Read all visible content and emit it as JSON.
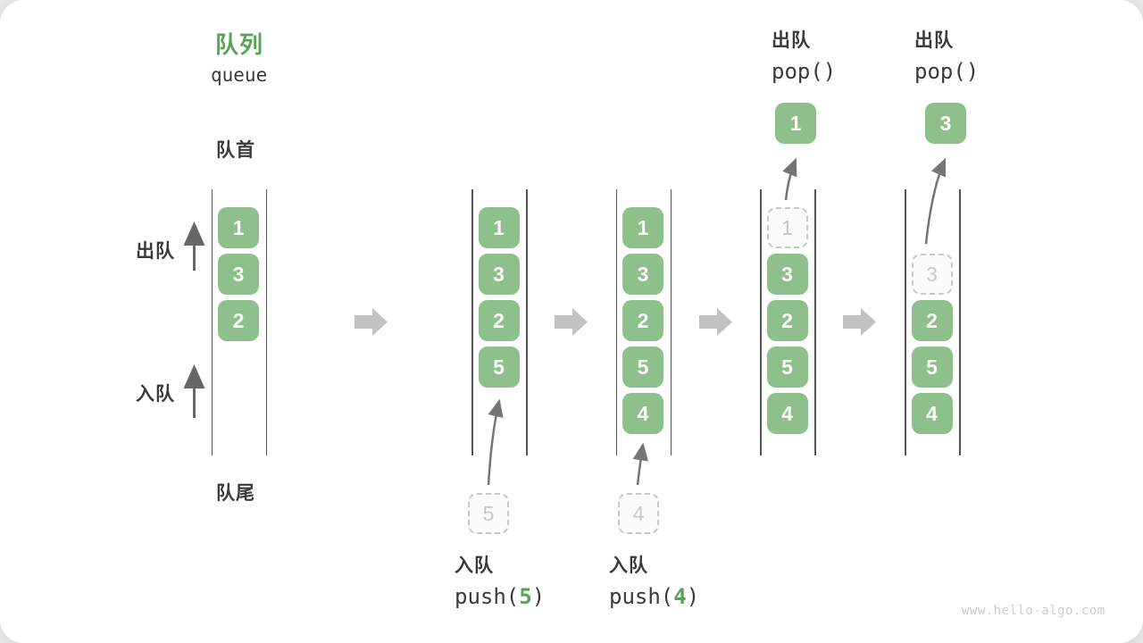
{
  "title": {
    "zh": "队列",
    "en": "queue"
  },
  "side_labels": {
    "front": "队首",
    "rear": "队尾",
    "dequeue": "出队",
    "enqueue": "入队"
  },
  "watermark": "www.hello-algo.com",
  "colors": {
    "accent_green": "#56A456",
    "box_green": "#8EC08B",
    "box_text": "#FAFAF8",
    "text_dark": "#3A3A3A",
    "block_arrow": "#C2C2C2",
    "thin_arrow": "#757575",
    "ghost": "#C8C8C8",
    "wall": "#555555",
    "watermark": "#CDCDCD"
  },
  "diagram": {
    "states": [
      {
        "name": "initial",
        "items": [
          {
            "value": "1",
            "slot": 0
          },
          {
            "value": "3",
            "slot": 1
          },
          {
            "value": "2",
            "slot": 2
          }
        ]
      },
      {
        "name": "after-push-5",
        "items": [
          {
            "value": "1",
            "slot": 0
          },
          {
            "value": "3",
            "slot": 1
          },
          {
            "value": "2",
            "slot": 2
          },
          {
            "value": "5",
            "slot": 3
          }
        ]
      },
      {
        "name": "after-push-4",
        "items": [
          {
            "value": "1",
            "slot": 0
          },
          {
            "value": "3",
            "slot": 1
          },
          {
            "value": "2",
            "slot": 2
          },
          {
            "value": "5",
            "slot": 3
          },
          {
            "value": "4",
            "slot": 4
          }
        ]
      },
      {
        "name": "after-pop-1",
        "items": [
          {
            "value": "1",
            "slot": 0,
            "ghost": true
          },
          {
            "value": "3",
            "slot": 1
          },
          {
            "value": "2",
            "slot": 2
          },
          {
            "value": "5",
            "slot": 3
          },
          {
            "value": "4",
            "slot": 4
          }
        ]
      },
      {
        "name": "after-pop-3",
        "items": [
          {
            "value": "3",
            "slot": 1,
            "ghost": true
          },
          {
            "value": "2",
            "slot": 2
          },
          {
            "value": "5",
            "slot": 3
          },
          {
            "value": "4",
            "slot": 4
          }
        ]
      }
    ],
    "push_operations": [
      {
        "label": "入队",
        "fn_prefix": "push(",
        "arg": "5",
        "fn_suffix": ")",
        "pending_value": "5"
      },
      {
        "label": "入队",
        "fn_prefix": "push(",
        "arg": "4",
        "fn_suffix": ")",
        "pending_value": "4"
      }
    ],
    "pop_operations": [
      {
        "label": "出队",
        "fn": "pop()",
        "popped_value": "1"
      },
      {
        "label": "出队",
        "fn": "pop()",
        "popped_value": "3"
      }
    ]
  }
}
